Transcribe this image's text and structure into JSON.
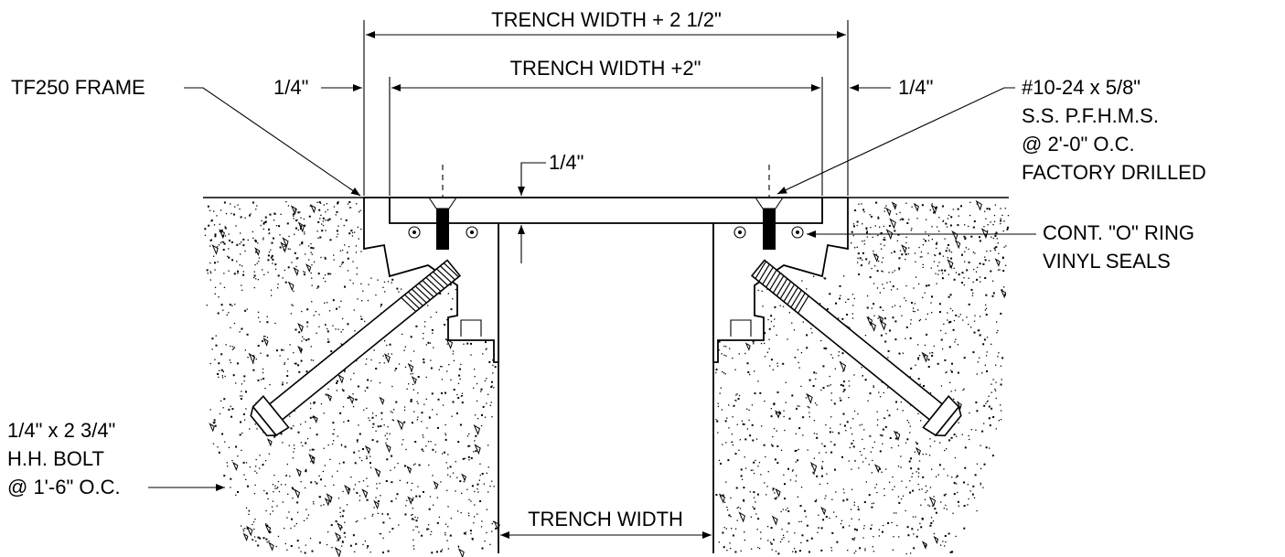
{
  "dimensions": {
    "overall_width": "TRENCH WIDTH + 2  1/2\"",
    "cover_width": "TRENCH WIDTH +2\"",
    "left_gap": "1/4\"",
    "right_gap": "1/4\"",
    "cover_thickness": "1/4\"",
    "trench_width": "TRENCH WIDTH"
  },
  "callouts": {
    "frame": "TF250 FRAME",
    "screw": [
      "#10-24 x 5/8\"",
      "S.S. P.F.H.M.S.",
      "@ 2'-0\" O.C.",
      "FACTORY DRILLED"
    ],
    "seals": [
      "CONT. \"O\" RING",
      "VINYL SEALS"
    ],
    "bolt": [
      "1/4\" x 2 3/4\"",
      "H.H. BOLT",
      "@ 1'-6\" O.C."
    ]
  }
}
